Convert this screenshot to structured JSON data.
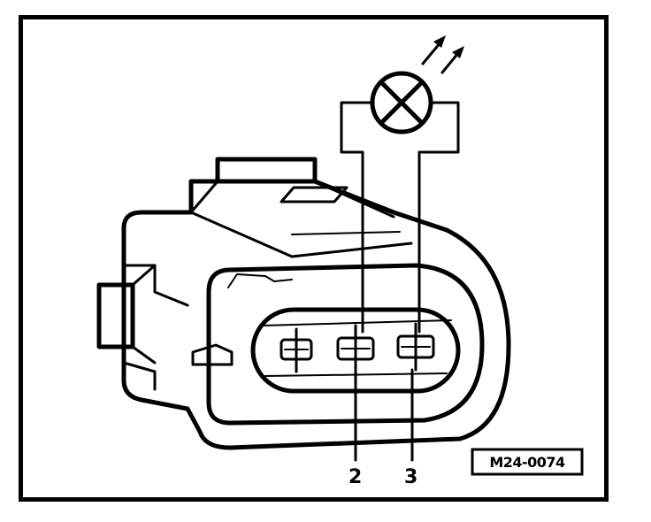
{
  "figure": {
    "code": "M24-0074",
    "pin_labels": [
      "2",
      "3"
    ]
  },
  "icons": {
    "lamp": "lamp-symbol-icon",
    "light": "light-emission-arrows-icon"
  }
}
